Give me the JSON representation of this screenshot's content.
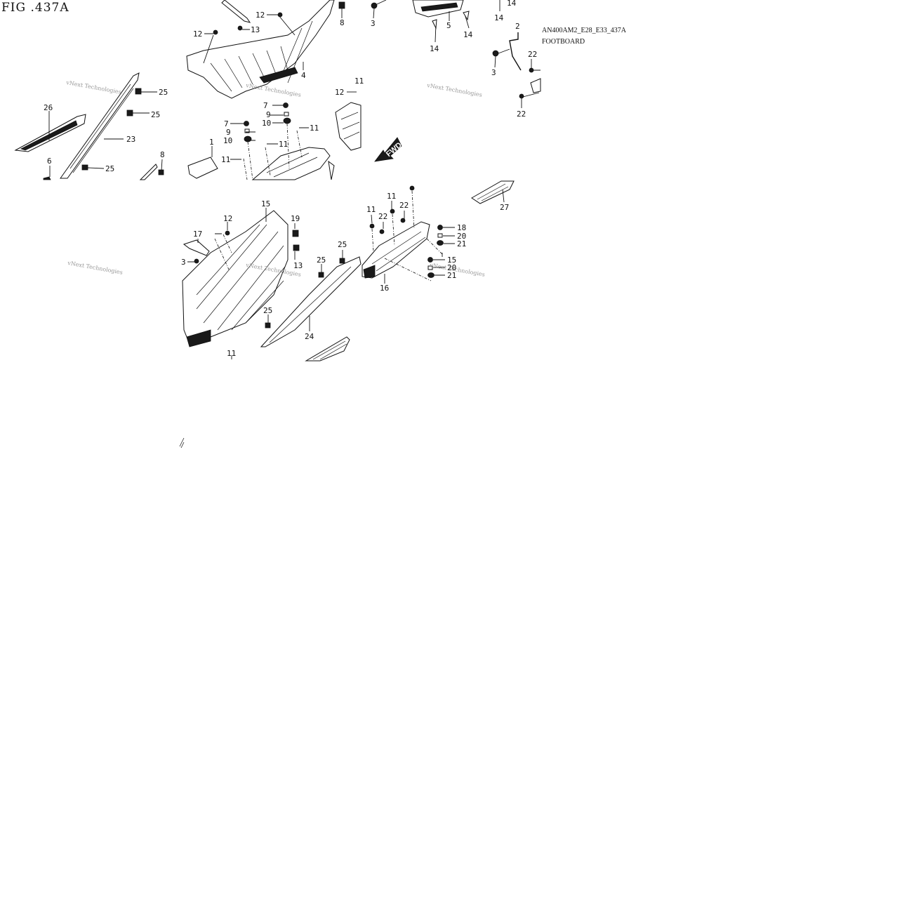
{
  "figure": {
    "title": "FIG .437A",
    "code": "AN400AM2_E28_E33_437A",
    "name": "FOOTBOARD"
  },
  "watermark": "vNext Technologies",
  "direction_arrow": "FWD",
  "labels": {
    "l1": "1",
    "l2": "2",
    "l3a": "3",
    "l3b": "3",
    "l3c": "3",
    "l4": "4",
    "l5": "5",
    "l6": "6",
    "l7a": "7",
    "l7b": "7",
    "l8a": "8",
    "l8b": "8",
    "l9a": "9",
    "l9b": "9",
    "l10a": "10",
    "l10b": "10",
    "l11a": "11",
    "l11b": "11",
    "l11c": "11",
    "l11d": "11",
    "l11e": "11",
    "l11f": "11",
    "l11g": "11",
    "l12a": "12",
    "l12b": "12",
    "l12c": "12",
    "l12d": "12",
    "l13a": "13",
    "l13b": "13",
    "l14a": "14",
    "l14b": "14",
    "l14c": "14",
    "l14d": "14",
    "l15a": "15",
    "l15b": "15",
    "l16": "16",
    "l17": "17",
    "l18": "18",
    "l19": "19",
    "l20a": "20",
    "l20b": "20",
    "l21a": "21",
    "l21b": "21",
    "l22a": "22",
    "l22b": "22",
    "l22c": "22",
    "l22d": "22",
    "l23": "23",
    "l24": "24",
    "l25a": "25",
    "l25b": "25",
    "l25c": "25",
    "l25d": "25",
    "l25e": "25",
    "l25f": "25",
    "l26": "26",
    "l27": "27"
  }
}
